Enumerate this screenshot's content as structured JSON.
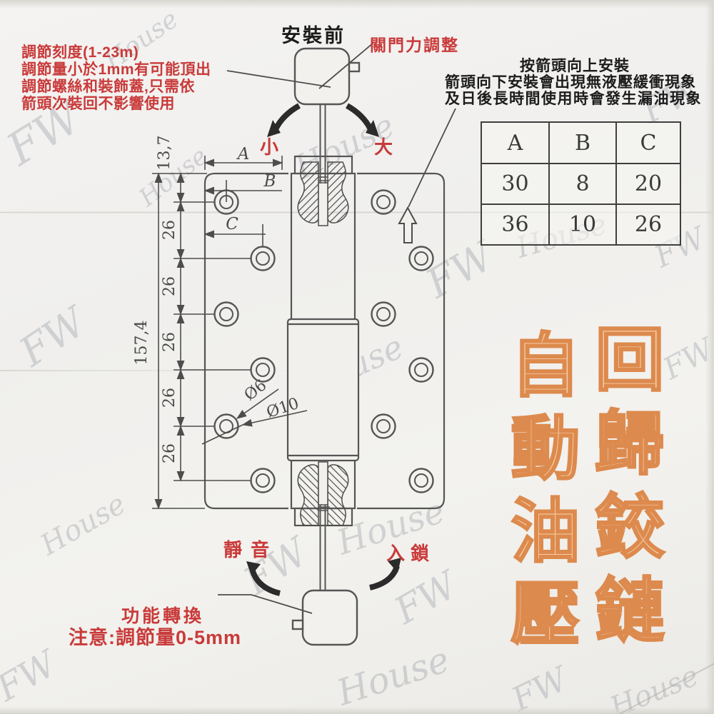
{
  "title": "安裝前",
  "annotations": {
    "adjust_note_lines": [
      "調節刻度(1-23m)",
      "調節量小於1mm有可能頂出",
      "調節螺絲和裝飾蓋,只需依",
      "箭頭次裝回不影響使用"
    ],
    "closing_force": "關門力調整",
    "small": "小",
    "big": "大",
    "install_line1": "按箭頭向上安裝",
    "install_line2": "箭頭向下安裝會出現無液壓緩衝現象",
    "install_line3": "及日後長時間使用時會發生漏油現象",
    "silent": "靜音",
    "lock": "入鎖",
    "function_switch": "功能轉換",
    "caution": "注意:調節量0-5mm"
  },
  "dims": {
    "a": "A",
    "b": "B",
    "c": "C",
    "top_offset": "13,7",
    "total_height": "157,4",
    "spacing": "26",
    "hole_small": "Ø6",
    "hole_large": "Ø10"
  },
  "spec_table": {
    "headers": [
      "A",
      "B",
      "C"
    ],
    "rows": [
      [
        "30",
        "8",
        "20"
      ],
      [
        "36",
        "10",
        "26"
      ]
    ]
  },
  "product_name": {
    "left_column": [
      "自",
      "動",
      "油",
      "壓"
    ],
    "right_column": [
      "回",
      "歸",
      "鉸",
      "鏈"
    ]
  },
  "watermarks": {
    "fw": "FW",
    "house": "House"
  },
  "colors": {
    "red_text": "#c93a3a",
    "line": "#4d4d4d",
    "orange_fill": "#f6cda3",
    "orange_stroke": "#dd8a4e",
    "paper": "#f1f0ed"
  }
}
